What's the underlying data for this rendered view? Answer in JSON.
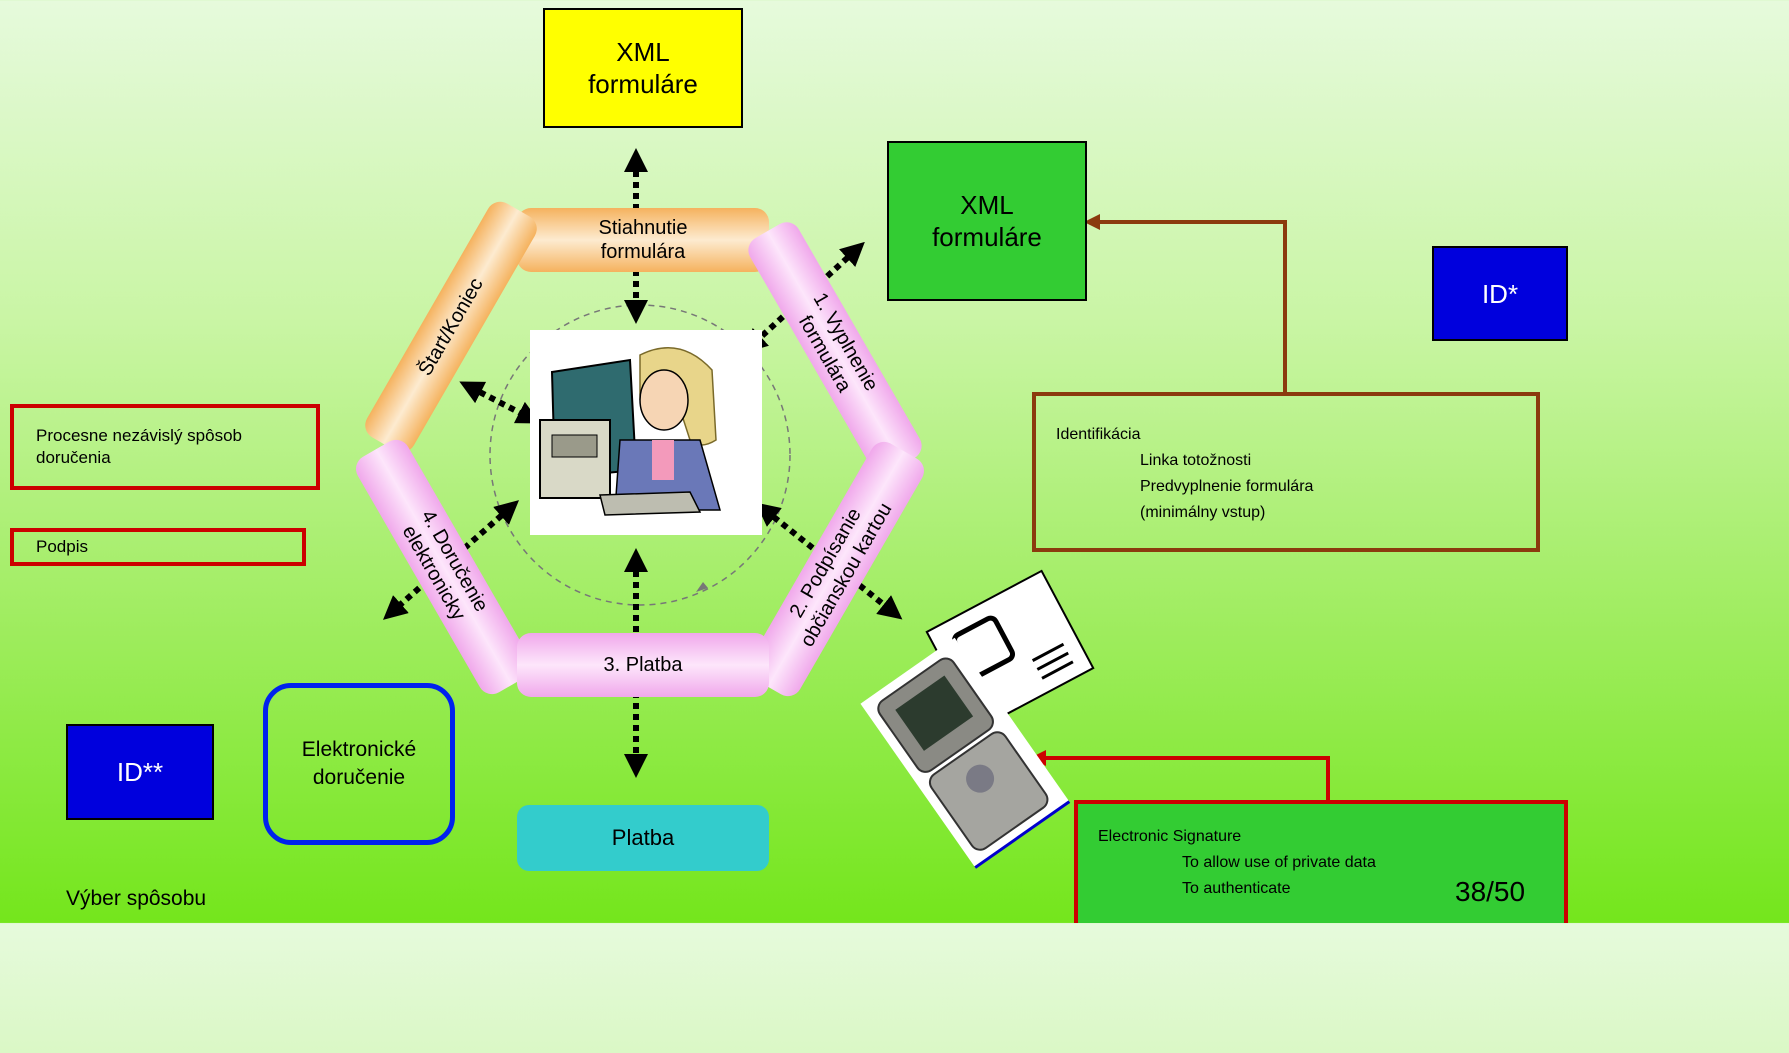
{
  "boxes": {
    "xml_yellow": "XML formuláre",
    "xml_green": "XML formuláre",
    "id_right": "ID*",
    "id_left": "ID**",
    "elektronicke": "Elektronické doručenie",
    "platba": "Platba"
  },
  "cycle": {
    "stiahnutie": "Stiahnutie formulára",
    "start_koniec": "Štart/Koniec",
    "vyplnenie": "1. Vyplnenie formulára",
    "podpisanie": "2. Podpísanie občianskou kartou",
    "platba": "3. Platba",
    "dorucenie": "4. Doručenie elektronicky"
  },
  "legend": {
    "procesne": "Procesne nezávislý spôsob doručenia",
    "podpis": "Podpis"
  },
  "identifikacia": {
    "title": "Identifikácia",
    "items": [
      "Linka totožnosti",
      "Predvyplnenie formulára",
      "(minimálny vstup)"
    ]
  },
  "signature": {
    "title": "Electronic Signature",
    "items": [
      "To allow use of private data",
      "To authenticate"
    ]
  },
  "footer": {
    "vyber": "Výber spôsobu",
    "page": "38/50"
  },
  "colors": {
    "yellow": "#ffff00",
    "green": "#33cc33",
    "blue": "#0000dd",
    "cyan": "#33cccc",
    "brown": "#8b3a0e",
    "red": "#cc0000",
    "orange_segment": "#f7c98a",
    "pink_segment": "#f3c8f0"
  }
}
